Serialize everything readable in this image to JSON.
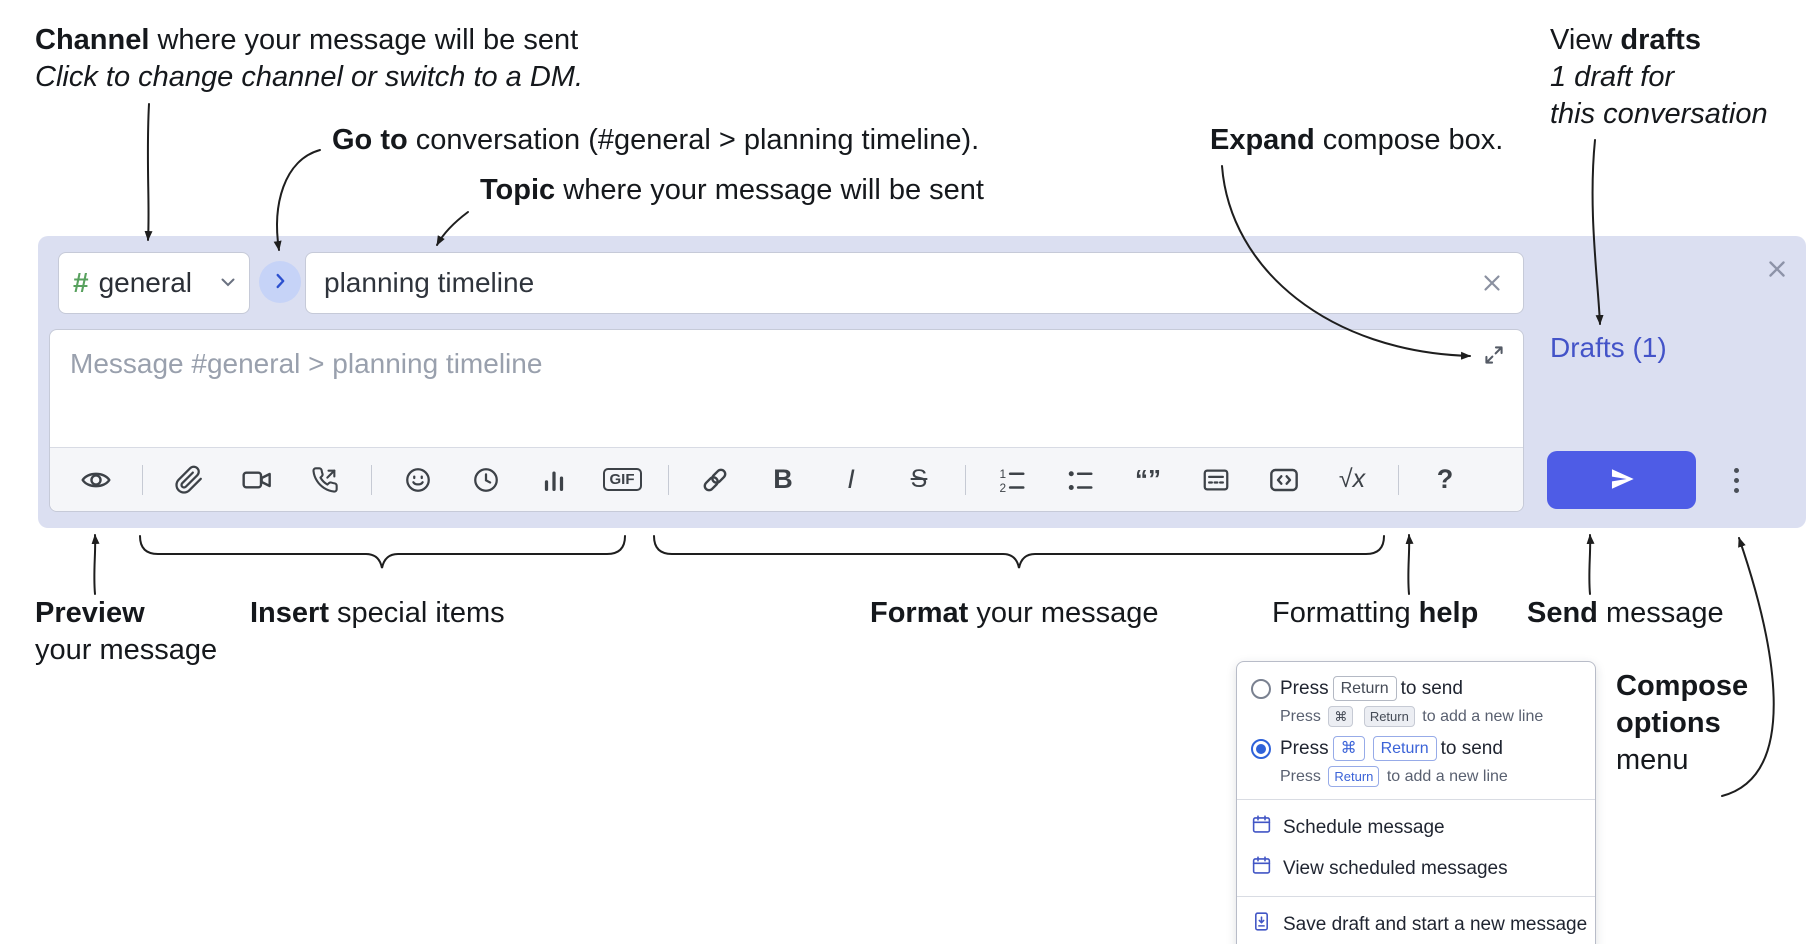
{
  "annotations": {
    "channel_bold": "Channel",
    "channel_rest": " where your message will be sent",
    "channel_sub": "Click to change channel or switch to a DM.",
    "goto_bold": "Go to",
    "goto_rest": " conversation (#general > planning timeline).",
    "topic_bold": "Topic",
    "topic_rest": " where your message will be sent",
    "expand_bold": "Expand",
    "expand_rest": " compose box.",
    "drafts_pre": "View ",
    "drafts_bold": "drafts",
    "drafts_line2": "1 draft for",
    "drafts_line3": "this conversation",
    "preview_bold": "Preview",
    "preview_line2": "your message",
    "insert_bold": "Insert",
    "insert_rest": " special items",
    "format_bold": "Format",
    "format_rest": " your message",
    "help_pre": "Formatting ",
    "help_bold": "help",
    "send_bold": "Send",
    "send_rest": " message",
    "options_line1": "Compose",
    "options_line2": "options",
    "options_line3": "menu"
  },
  "compose": {
    "channel_hash": "#",
    "channel_name": "general",
    "topic_value": "planning timeline",
    "message_placeholder": "Message #general > planning timeline",
    "drafts_label": "Drafts (1)",
    "toolbar": {
      "gif_label": "GIF",
      "bold_label": "B",
      "italic_label": "I",
      "strike_label": "S",
      "quote_label": "“”",
      "math_label": "√x",
      "help_label": "?"
    },
    "toolbar_icons": [
      "preview-eye",
      "attach-file",
      "video-call",
      "audio-call",
      "emoji",
      "time",
      "poll",
      "gif",
      "link",
      "bold",
      "italic",
      "strikethrough",
      "numbered-list",
      "bulleted-list",
      "quote",
      "spoiler",
      "code",
      "math",
      "help"
    ]
  },
  "menu": {
    "opt1_text1": "Press",
    "opt1_key": "Return",
    "opt1_text2": "to send",
    "opt1_sub1": "Press",
    "opt1_sub_key1": "⌘",
    "opt1_sub_key2": "Return",
    "opt1_sub2": "to add a new line",
    "opt2_text1": "Press",
    "opt2_key1": "⌘",
    "opt2_key2": "Return",
    "opt2_text2": "to send",
    "opt2_sub1": "Press",
    "opt2_sub_key": "Return",
    "opt2_sub2": "to add a new line",
    "schedule": "Schedule message",
    "view_scheduled": "View scheduled messages",
    "save_draft": "Save draft and start a new message"
  },
  "colors": {
    "accent": "#4E5CE6",
    "compose_bg": "#DBDFF1",
    "drafts_link": "#4353C8",
    "key_blue": "#3B63D8",
    "channel_hash_green": "#58A15E"
  }
}
